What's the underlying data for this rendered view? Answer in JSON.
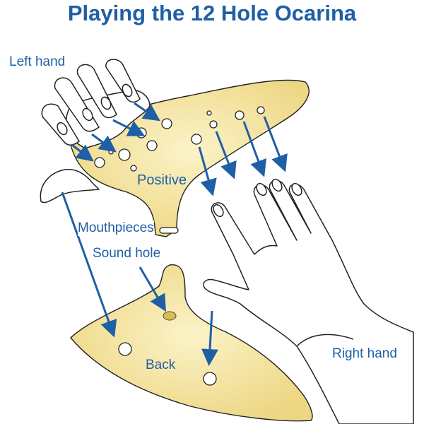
{
  "title": "Playing the 12 Hole Ocarina",
  "labels": {
    "left_hand": "Left hand",
    "right_hand": "Right hand",
    "positive": "Positive",
    "back": "Back",
    "mouthpieces": "Mouthpieces",
    "sound_hole": "Sound hole"
  },
  "colors": {
    "accent": "#1f5fa6",
    "ocarina_fill": "#f3e39a",
    "outline": "#222222"
  }
}
